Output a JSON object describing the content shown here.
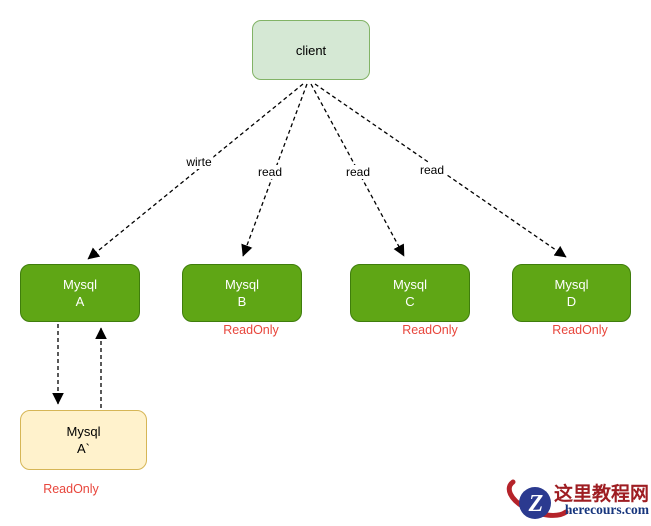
{
  "colors": {
    "canvas-bg": "#ffffff",
    "line": "#000000",
    "client-fill": "#d5e8d4",
    "client-stroke": "#82b366",
    "db-fill": "#5fa615",
    "db-stroke": "#3f7d0c",
    "db-text": "#ffffff",
    "replica-fill": "#fff2cc",
    "replica-stroke": "#d6b656",
    "readonly-red": "#e8463c",
    "brand-red": "#b5232a",
    "brand-blue": "#2b3a8f",
    "site-red": "#9e1d22",
    "domain-blue": "#16357d"
  },
  "diagram": {
    "client": {
      "label": "client"
    },
    "edge_labels": {
      "write": "wirte",
      "read_b": "read",
      "read_c": "read",
      "read_d": "read"
    },
    "nodes": {
      "a": {
        "name": "Mysql",
        "id": "A"
      },
      "b": {
        "name": "Mysql",
        "id": "B",
        "status": "ReadOnly"
      },
      "c": {
        "name": "Mysql",
        "id": "C",
        "status": "ReadOnly"
      },
      "d": {
        "name": "Mysql",
        "id": "D",
        "status": "ReadOnly"
      },
      "a_replica": {
        "name": "Mysql",
        "id": "A`",
        "status": "ReadOnly"
      }
    }
  },
  "watermark": {
    "logo_letter": "Z",
    "site_name": "这里教程网",
    "site_domain": "herecours.com"
  }
}
